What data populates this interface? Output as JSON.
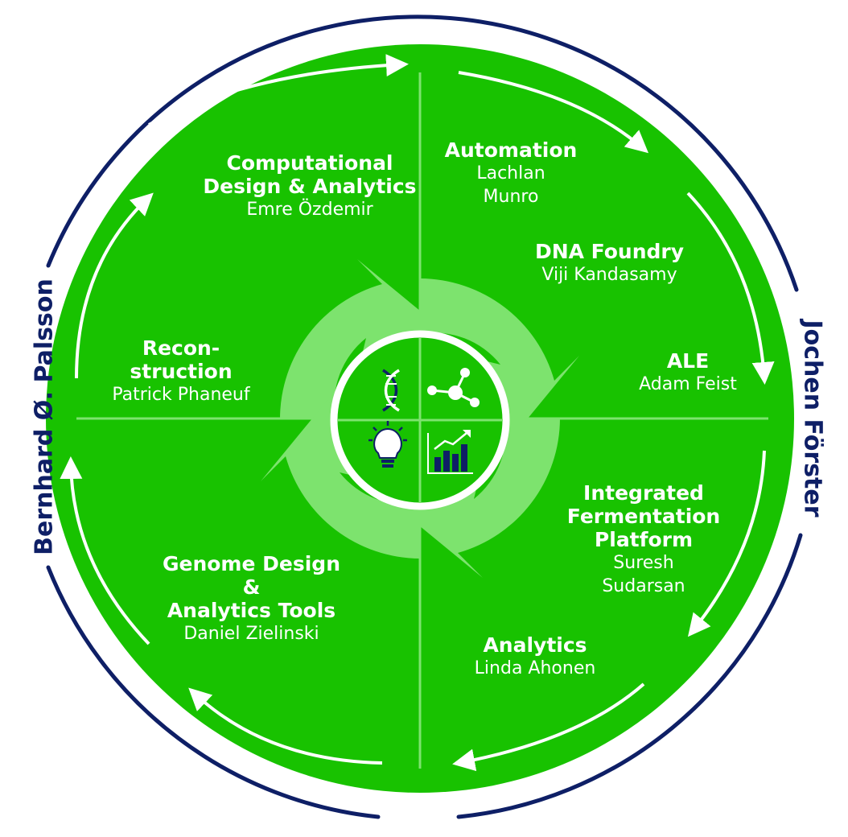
{
  "outer_labels": {
    "left": "Bernhard Ø. Palsson",
    "right": "Jochen Förster"
  },
  "sections": {
    "computational": {
      "title": [
        "Computational",
        "Design & Analytics"
      ],
      "name": "Emre Özdemir"
    },
    "automation": {
      "title": "Automation",
      "name": [
        "Lachlan",
        "Munro"
      ]
    },
    "dna_foundry": {
      "title": "DNA Foundry",
      "name": "Viji Kandasamy"
    },
    "ale": {
      "title": "ALE",
      "name": "Adam Feist"
    },
    "fermentation": {
      "title": [
        "Integrated",
        "Fermentation",
        "Platform"
      ],
      "name": [
        "Suresh",
        "Sudarsan"
      ]
    },
    "analytics": {
      "title": "Analytics",
      "name": "Linda Ahonen"
    },
    "genome": {
      "title": [
        "Genome Design",
        "&",
        "Analytics Tools"
      ],
      "name": "Daniel Zielinski"
    },
    "reconstruction": {
      "title": [
        "Recon-",
        "struction"
      ],
      "name": "Patrick Phaneuf"
    }
  },
  "center_icons": [
    "dna-icon",
    "molecule-icon",
    "lightbulb-icon",
    "bar-chart-icon"
  ],
  "colors": {
    "green": "#18c200",
    "light_green": "#7de36e",
    "navy": "#0e1f66",
    "white": "#ffffff"
  }
}
